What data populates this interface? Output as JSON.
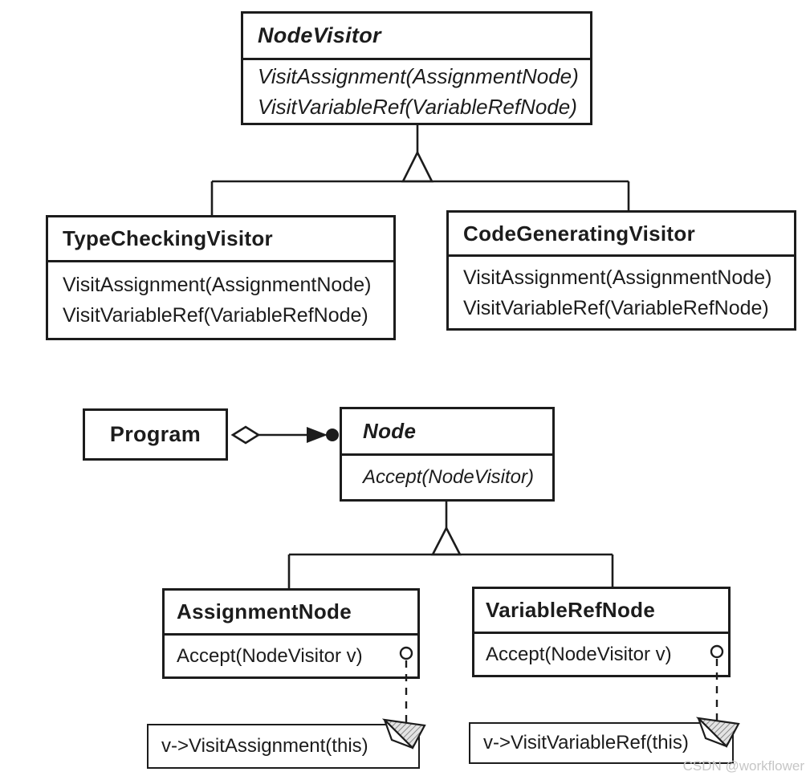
{
  "diagram": {
    "title_hint": "Visitor pattern class diagram (OMT notation)",
    "classes": {
      "node_visitor": {
        "name": "NodeVisitor",
        "abstract": true,
        "methods": [
          "VisitAssignment(AssignmentNode)",
          "VisitVariableRef(VariableRefNode)"
        ]
      },
      "type_checking_visitor": {
        "name": "TypeCheckingVisitor",
        "abstract": false,
        "methods": [
          "VisitAssignment(AssignmentNode)",
          "VisitVariableRef(VariableRefNode)"
        ]
      },
      "code_generating_visitor": {
        "name": "CodeGeneratingVisitor",
        "abstract": false,
        "methods": [
          "VisitAssignment(AssignmentNode)",
          "VisitVariableRef(VariableRefNode)"
        ]
      },
      "program": {
        "name": "Program",
        "abstract": false,
        "methods": []
      },
      "node": {
        "name": "Node",
        "abstract": true,
        "methods": [
          "Accept(NodeVisitor)"
        ]
      },
      "assignment_node": {
        "name": "AssignmentNode",
        "abstract": false,
        "methods": [
          "Accept(NodeVisitor v)"
        ]
      },
      "variable_ref_node": {
        "name": "VariableRefNode",
        "abstract": false,
        "methods": [
          "Accept(NodeVisitor v)"
        ]
      }
    },
    "relationships": {
      "generalization_top": "NodeVisitor <- TypeCheckingVisitor, CodeGeneratingVisitor",
      "generalization_bottom": "Node <- AssignmentNode, VariableRefNode",
      "aggregation": "Program aggregates many Node"
    },
    "notes": {
      "assignment_note": {
        "text": "v->VisitAssignment(this)"
      },
      "variable_ref_note": {
        "text": "v->VisitVariableRef(this)"
      }
    },
    "watermark": "CSDN @workflower",
    "colors": {
      "line": "#1c1c1c",
      "background": "#ffffff",
      "watermark": "#c6c6c6",
      "note_fold_shade": "#9e9e9e"
    }
  }
}
